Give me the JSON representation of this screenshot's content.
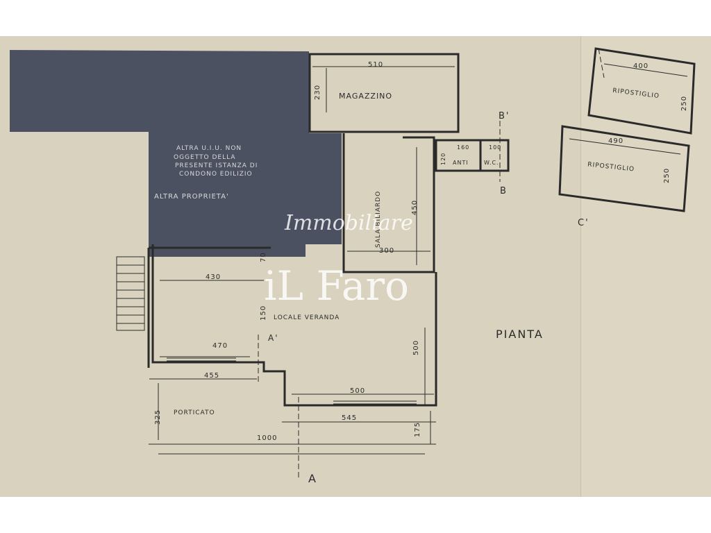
{
  "plan": {
    "title": "PIANTA",
    "rooms": {
      "magazzino": "MAGAZZINO",
      "sala_biliardo": "SALA BILIARDO",
      "anti": "ANTI",
      "wc": "W.C.",
      "ripostiglio_1": "RIPOSTIGLIO",
      "ripostiglio_2": "RIPOSTIGLIO",
      "locale_veranda": "LOCALE VERANDA",
      "porticato": "PORTICATO"
    },
    "notes": {
      "other_unit_1": "ALTRA U.I.U. NON",
      "other_unit_2": "OGGETTO DELLA",
      "other_unit_3": "PRESENTE ISTANZA DI",
      "other_unit_4": "CONDONO EDILIZIO",
      "other_property": "ALTRA PROPRIETA'"
    },
    "dimensions": {
      "d510": "510",
      "d230": "230",
      "d450": "450",
      "d300": "300",
      "d160": "160",
      "d100": "100",
      "d120": "120",
      "d400": "400",
      "d250a": "250",
      "d490": "490",
      "d250b": "250",
      "d430": "430",
      "d70": "70",
      "d150": "150",
      "d470": "470",
      "d455": "455",
      "d500v": "500",
      "d500h": "500",
      "d545": "545",
      "d325": "325",
      "d175": "175",
      "d1000": "1000"
    },
    "sections": {
      "a": "A",
      "a_prime": "A'",
      "b": "B",
      "b_prime": "B'",
      "c_prime": "C'"
    }
  },
  "watermark": {
    "line1": "Immobiliare",
    "line2": "iL Faro"
  },
  "colors": {
    "paper": "#d8d2be",
    "ink": "#2a2a2a",
    "shaded_area": "#4b5160",
    "watermark": "#ffffff"
  }
}
